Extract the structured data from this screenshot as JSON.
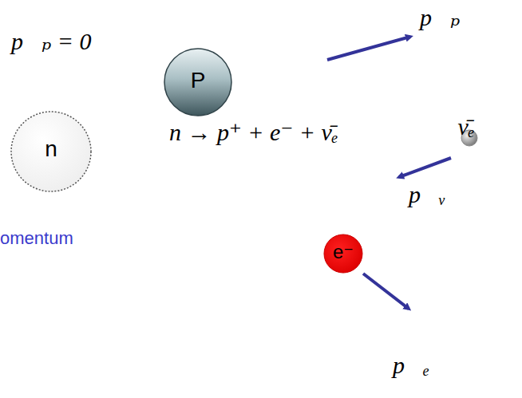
{
  "diagram": {
    "nodes": [
      {
        "text": [
          "n"
        ]
      },
      {
        "text": [
          "P"
        ]
      },
      {
        "text": [
          "ν̄ₑ"
        ]
      },
      {
        "text": [
          "e⁻"
        ]
      }
    ],
    "labels": [
      "p⃗ₚ",
      "p⃗ₚ = 0",
      "n → p⁺ + e⁻ + ν̄ₑ",
      "p⃗ᵥ",
      "omentum",
      "p⃗ₑ"
    ]
  }
}
